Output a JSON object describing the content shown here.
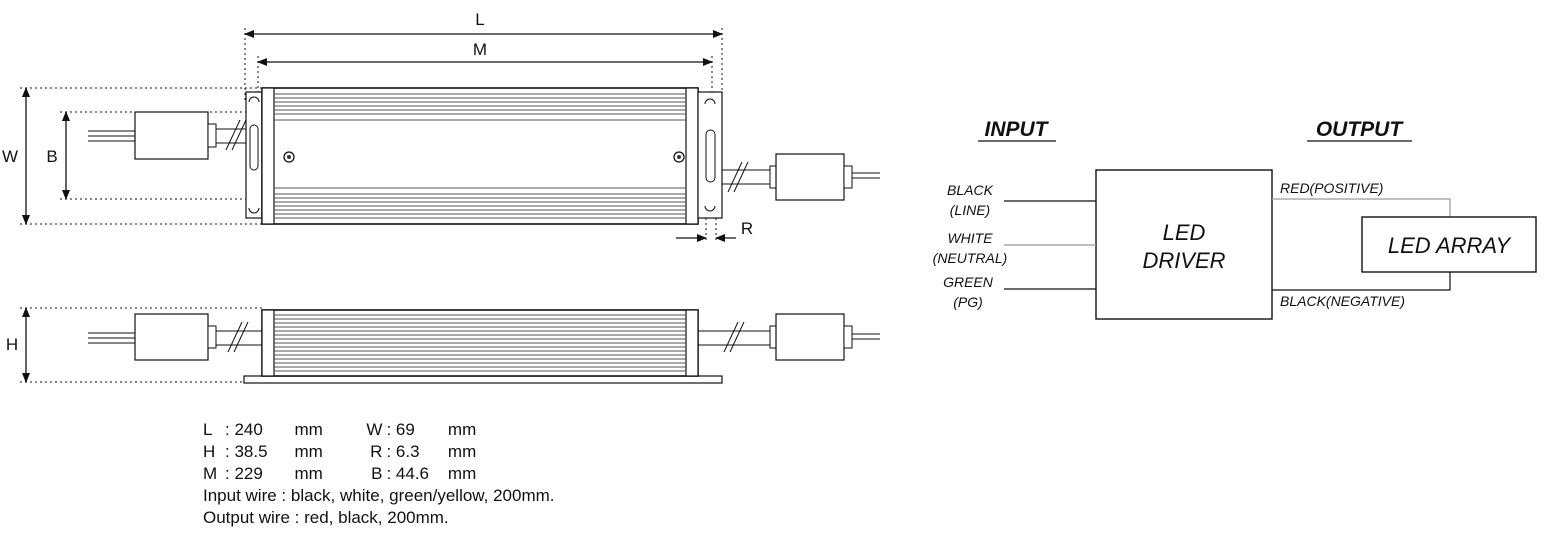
{
  "dimension_letters": {
    "L": "L",
    "M": "M",
    "W": "W",
    "B": "B",
    "R": "R",
    "H": "H"
  },
  "wiring": {
    "input_heading": "INPUT",
    "output_heading": "OUTPUT",
    "driver_line1": "LED",
    "driver_line2": "DRIVER",
    "array_label": "LED ARRAY",
    "inputs": [
      {
        "line1": "BLACK",
        "line2": "(LINE)"
      },
      {
        "line1": "WHITE",
        "line2": "(NEUTRAL)"
      },
      {
        "line1": "GREEN",
        "line2": "(PG)"
      }
    ],
    "outputs": [
      {
        "label": "RED(POSITIVE)"
      },
      {
        "label": "BLACK(NEGATIVE)"
      }
    ]
  },
  "specs": {
    "rows": [
      [
        {
          "k": "L",
          "v": "240",
          "u": "mm"
        },
        {
          "k": "W",
          "v": "69",
          "u": "mm"
        }
      ],
      [
        {
          "k": "H",
          "v": "38.5",
          "u": "mm"
        },
        {
          "k": "R",
          "v": "6.3",
          "u": "mm"
        }
      ],
      [
        {
          "k": "M",
          "v": "229",
          "u": "mm"
        },
        {
          "k": "B",
          "v": "44.6",
          "u": "mm"
        }
      ]
    ],
    "input_wire": "Input wire : black, white, green/yellow, 200mm.",
    "output_wire": "Output wire : red, black, 200mm."
  }
}
